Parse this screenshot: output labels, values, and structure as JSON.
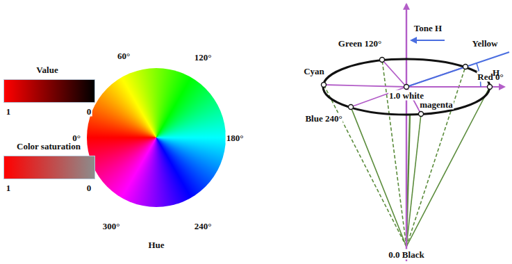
{
  "diagram": {
    "labels": [
      "Value",
      "1",
      "0",
      "Color saturation",
      "1",
      "0",
      "60°",
      "120°",
      "0°",
      "180°",
      "300°",
      "240°",
      "Hue",
      "Green 120°",
      "Tone H",
      "Yellow",
      "Cyan",
      "1.0 white",
      "Red 0°",
      "Blue 240°",
      "magenta",
      "H",
      "0.0 Black"
    ]
  }
}
